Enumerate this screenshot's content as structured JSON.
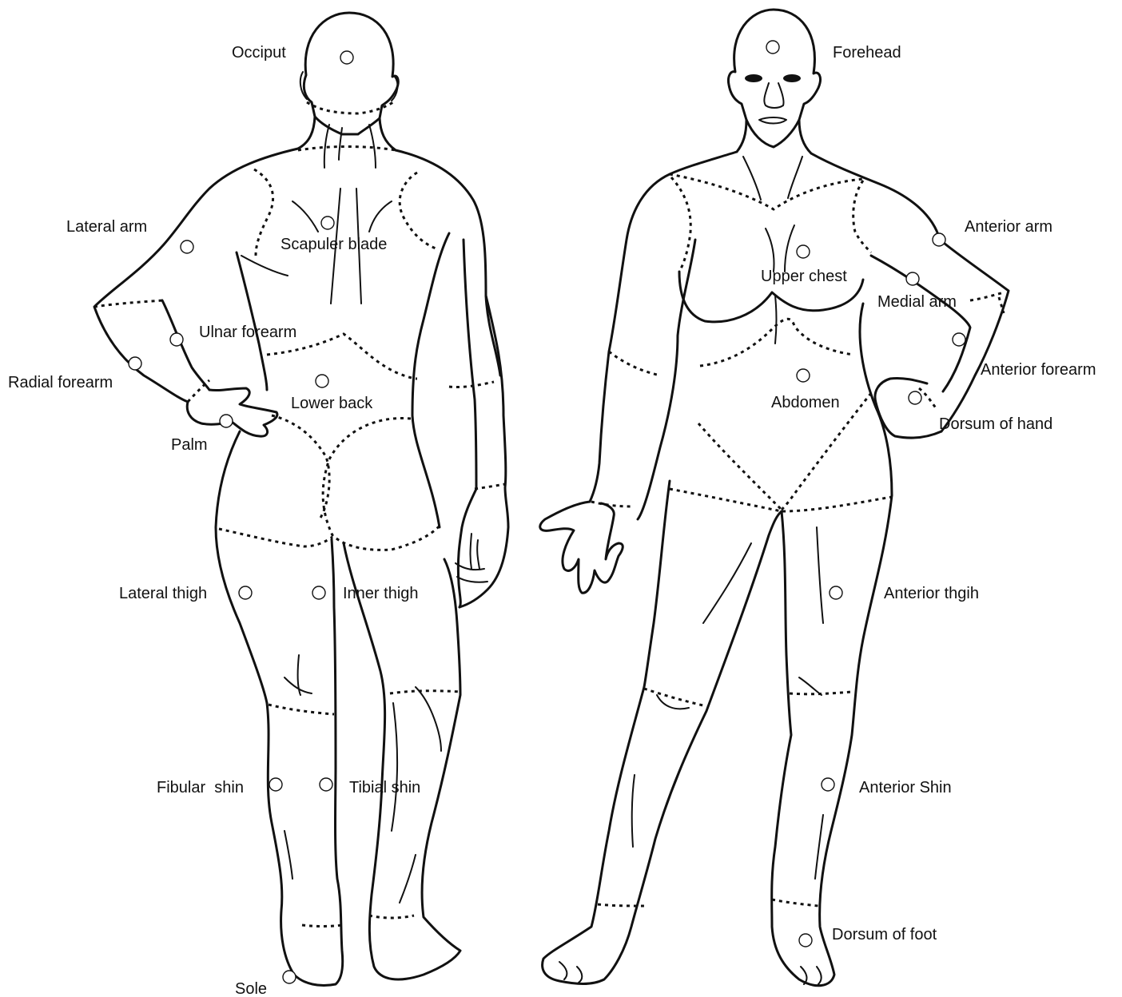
{
  "figure": {
    "posterior_view": {
      "labels": {
        "occiput": "Occiput",
        "lateral_arm": "Lateral arm",
        "scapular_blade": "Scapuler blade",
        "ulnar_forearm": "Ulnar forearm",
        "radial_forearm": "Radial forearm",
        "lower_back": "Lower back",
        "palm": "Palm",
        "lateral_thigh": "Lateral thigh",
        "inner_thigh": "Inner thigh",
        "fibular_shin": "Fibular  shin",
        "tibial_shin": "Tibial shin",
        "sole": "Sole"
      }
    },
    "anterior_view": {
      "labels": {
        "forehead": "Forehead",
        "anterior_arm": "Anterior arm",
        "upper_chest": "Upper chest",
        "medial_arm": "Medial arm",
        "anterior_forearm": "Anterior forearm",
        "abdomen": "Abdomen",
        "dorsum_of_hand": "Dorsum of hand",
        "anterior_thigh": "Anterior thgih",
        "anterior_shin": "Anterior Shin",
        "dorsum_of_foot": "Dorsum of foot"
      }
    },
    "colors": {
      "line": "#111111",
      "background": "#ffffff"
    }
  }
}
